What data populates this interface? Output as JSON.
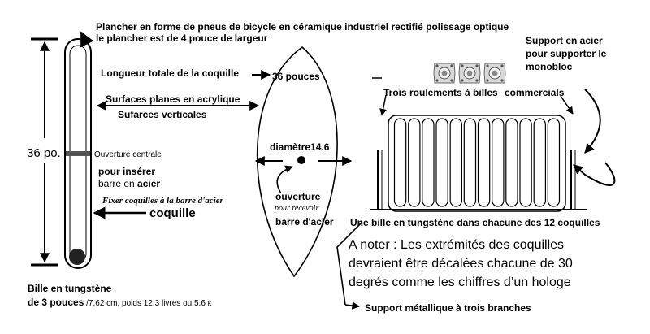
{
  "labels": {
    "floor_line1": "Plancher en forme de pneus de bicycle en céramique  industriel rectifié polissage optique",
    "floor_line2": "le plancher est de 4 pouce de largeur",
    "support_steel_1": "Support en acier",
    "support_steel_2": "pour supporter le",
    "support_steel_3": "monobloc",
    "shell_length": "Longueur totale de la coquille",
    "shell_length_value": "36 pouces",
    "bearings_a": "Trois roulements à billes",
    "bearings_b": "commercials",
    "flat_surfaces": "Surfaces planes en acrylique",
    "vertical_surfaces": "Sufarces verticales",
    "left_height": "36 po.",
    "central_opening": "Ouverture centrale",
    "insert_1": "pour insérer",
    "insert_2_pre": "barre en ",
    "insert_2_bold": "acier",
    "fix_shells": "Fixer coquilles à la barre d'acier",
    "shell": "coquille",
    "diameter": "diamètre14.6",
    "opening": "ouverture",
    "to_receive": "pour recevoir",
    "steel_bar": "barre d'acier",
    "ball_each_shell": "Une bille en tungstène dans chacune des 12 coquilles",
    "note_1": "A noter : Les extrémités des coquilles",
    "note_2": "devraient être décalées chacune de 30",
    "note_3": "degrés comme les chiffres d’un hologe",
    "ball_1": "Bille en tungstène",
    "ball_2_bold": "de 3 pouces",
    "ball_2_rest": "  /7,62 cm, poids 12.3 livres ou 5.6 к",
    "tripod": "Support métallique à trois branches"
  },
  "shell_count": 12,
  "bearing_count": 3
}
